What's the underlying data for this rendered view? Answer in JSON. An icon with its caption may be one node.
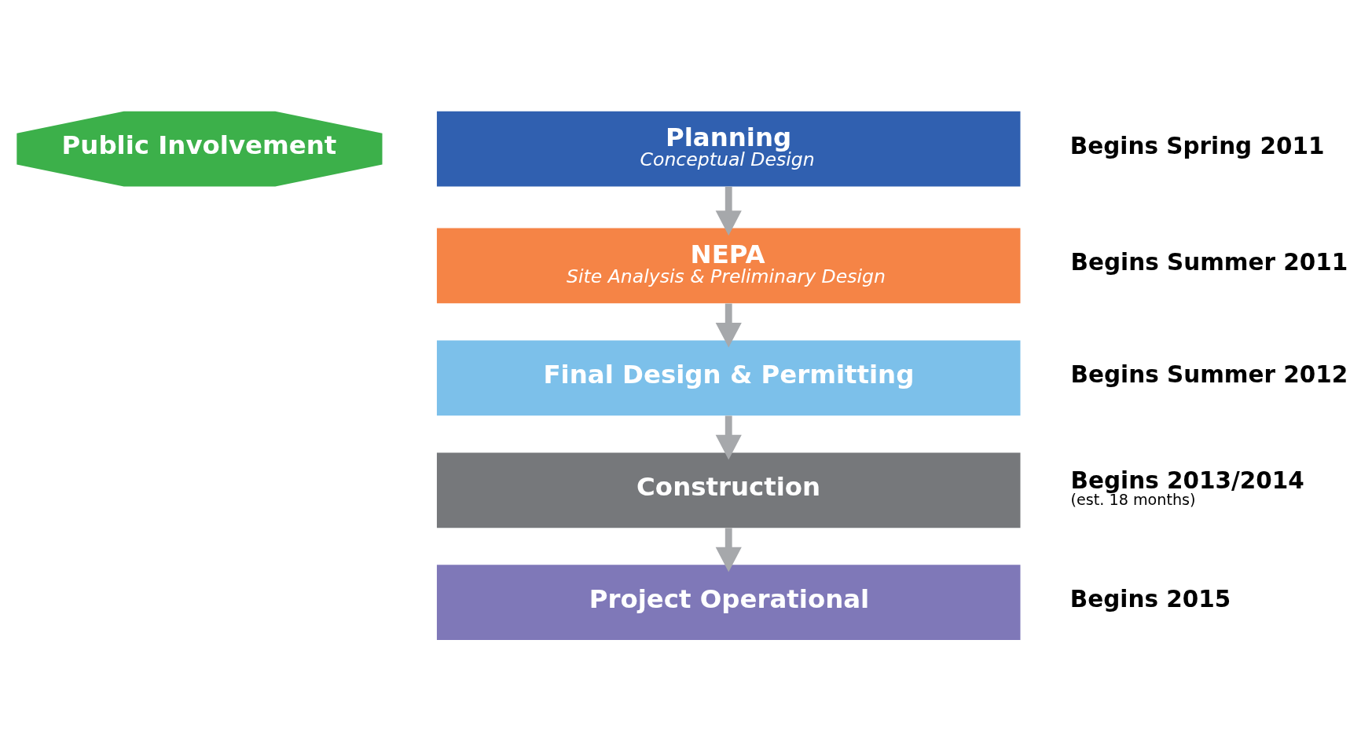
{
  "diagram": {
    "nodes": [
      {
        "text": [
          "Planning",
          "Conceptual Design"
        ],
        "beside": [
          "Begins Spring 2011"
        ]
      },
      {
        "text": [
          "NEPA",
          "Site Analysis & Preliminary Design"
        ],
        "beside": [
          "Begins Summer 2011"
        ]
      },
      {
        "text": [
          "Final Design & Permitting"
        ],
        "beside": [
          "Begins Summer 2012"
        ]
      },
      {
        "text": [
          "Construction"
        ],
        "beside": [
          "Begins 2013/2014",
          "(est. 18 months)"
        ]
      },
      {
        "text": [
          "Project Operational"
        ],
        "beside": [
          "Begins 2015"
        ]
      },
      {
        "text": [
          "Public Involvement"
        ]
      }
    ],
    "edges": [
      {
        "from": 0,
        "to": 1,
        "arrow": "to"
      },
      {
        "from": 1,
        "to": 2,
        "arrow": "to"
      },
      {
        "from": 2,
        "to": 3,
        "arrow": "to"
      },
      {
        "from": 3,
        "to": 4,
        "arrow": "to"
      }
    ]
  }
}
